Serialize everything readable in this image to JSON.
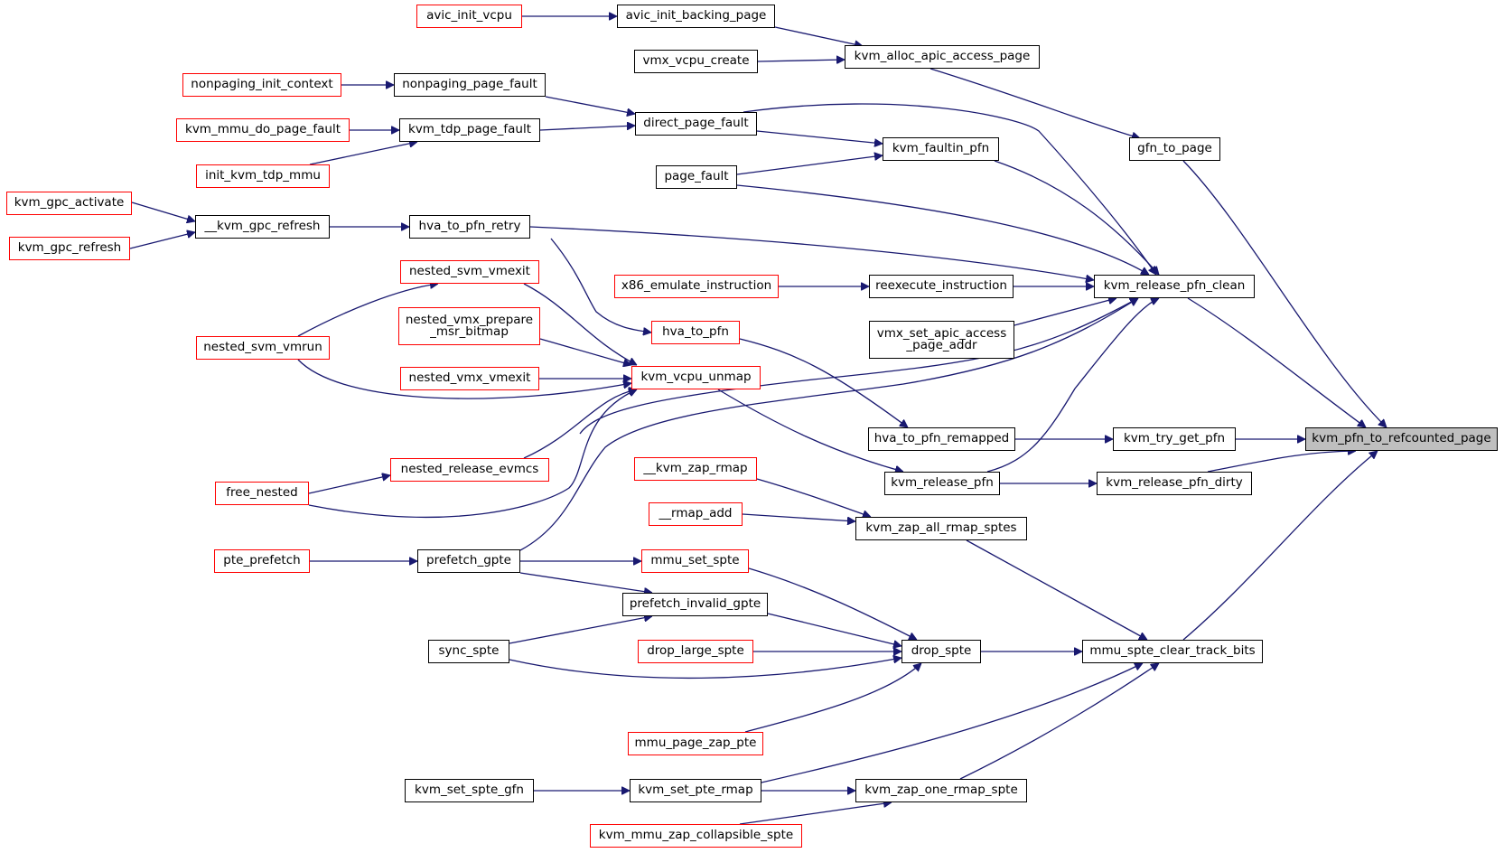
{
  "graph": {
    "colors": {
      "edge": "#191970",
      "node_border": "#000000",
      "node_border_truncated": "#ff0000",
      "root_fill": "#bfbfbf"
    },
    "nodes": {
      "root": "kvm_pfn_to_refcounted_page",
      "gfn_to_page": "gfn_to_page",
      "kvm_alloc_apic_access_page": "kvm_alloc_apic_access_page",
      "avic_init_backing_page": "avic_init_backing_page",
      "avic_init_vcpu": "avic_init_vcpu",
      "vmx_vcpu_create": "vmx_vcpu_create",
      "kvm_release_pfn_clean": "kvm_release_pfn_clean",
      "direct_page_fault": "direct_page_fault",
      "nonpaging_page_fault": "nonpaging_page_fault",
      "nonpaging_init_context": "nonpaging_init_context",
      "kvm_tdp_page_fault": "kvm_tdp_page_fault",
      "kvm_mmu_do_page_fault": "kvm_mmu_do_page_fault",
      "init_kvm_tdp_mmu": "init_kvm_tdp_mmu",
      "kvm_faultin_pfn": "kvm_faultin_pfn",
      "page_fault": "page_fault",
      "hva_to_pfn_retry": "hva_to_pfn_retry",
      "kvm_gpc_refresh_internal": "__kvm_gpc_refresh",
      "kvm_gpc_activate": "kvm_gpc_activate",
      "kvm_gpc_refresh": "kvm_gpc_refresh",
      "reexecute_instruction": "reexecute_instruction",
      "x86_emulate_instruction": "x86_emulate_instruction",
      "vmx_set_apic_access_page_addr": "vmx_set_apic_access\n_page_addr",
      "kvm_vcpu_unmap": "kvm_vcpu_unmap",
      "nested_svm_vmexit": "nested_svm_vmexit",
      "nested_svm_vmrun": "nested_svm_vmrun",
      "nested_vmx_prepare_msr_bitmap": "nested_vmx_prepare\n_msr_bitmap",
      "nested_vmx_vmexit": "nested_vmx_vmexit",
      "nested_release_evmcs": "nested_release_evmcs",
      "free_nested": "free_nested",
      "hva_to_pfn": "hva_to_pfn",
      "hva_to_pfn_remapped": "hva_to_pfn_remapped",
      "kvm_try_get_pfn": "kvm_try_get_pfn",
      "kvm_release_pfn": "kvm_release_pfn",
      "kvm_release_pfn_dirty": "kvm_release_pfn_dirty",
      "kvm_zap_rmap": "__kvm_zap_rmap",
      "rmap_add": "__rmap_add",
      "kvm_zap_all_rmap_sptes": "kvm_zap_all_rmap_sptes",
      "pte_prefetch": "pte_prefetch",
      "prefetch_gpte": "prefetch_gpte",
      "mmu_set_spte": "mmu_set_spte",
      "prefetch_invalid_gpte": "prefetch_invalid_gpte",
      "sync_spte": "sync_spte",
      "drop_large_spte": "drop_large_spte",
      "drop_spte": "drop_spte",
      "mmu_spte_clear_track_bits": "mmu_spte_clear_track_bits",
      "mmu_page_zap_pte": "mmu_page_zap_pte",
      "kvm_set_spte_gfn": "kvm_set_spte_gfn",
      "kvm_set_pte_rmap": "kvm_set_pte_rmap",
      "kvm_zap_one_rmap_spte": "kvm_zap_one_rmap_spte",
      "kvm_mmu_zap_collapsible_spte": "kvm_mmu_zap_collapsible_spte"
    }
  }
}
